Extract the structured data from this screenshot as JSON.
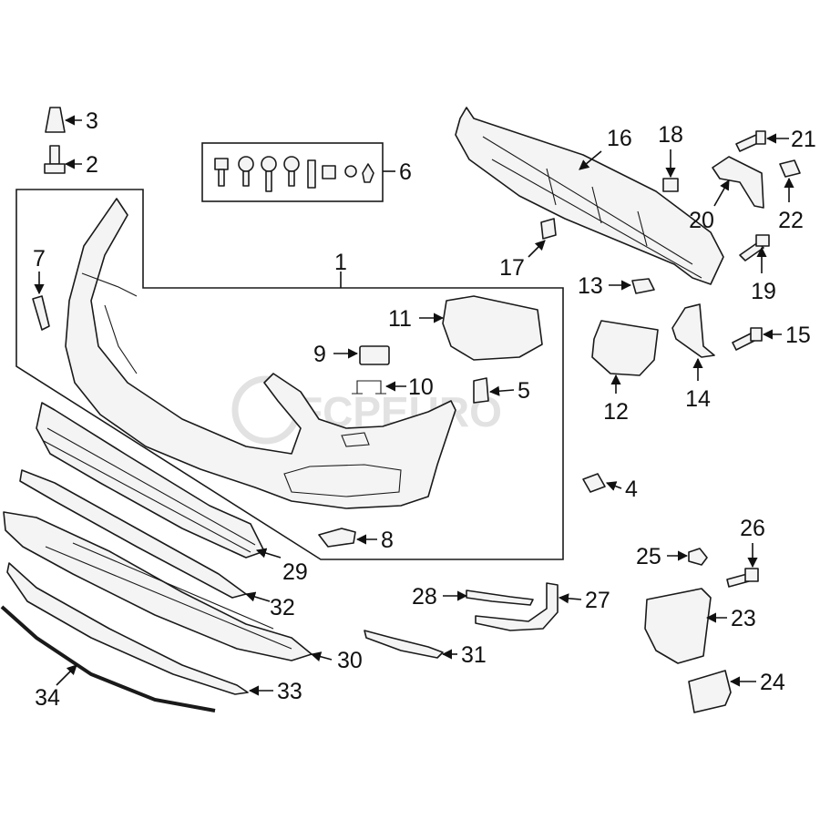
{
  "diagram": {
    "watermark": "FCPEURO",
    "callouts": [
      "1",
      "2",
      "3",
      "4",
      "5",
      "6",
      "7",
      "8",
      "9",
      "10",
      "11",
      "12",
      "13",
      "14",
      "15",
      "16",
      "17",
      "18",
      "19",
      "20",
      "21",
      "22",
      "23",
      "24",
      "25",
      "26",
      "27",
      "28",
      "29",
      "30",
      "31",
      "32",
      "33",
      "34"
    ],
    "colors": {
      "line": "#1a1a1a",
      "part_fill": "#f4f4f4",
      "watermark": "#e2e2e2",
      "background": "#ffffff"
    }
  }
}
